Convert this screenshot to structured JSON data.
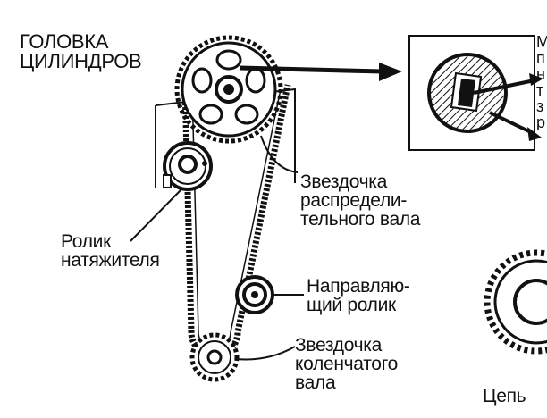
{
  "labels": {
    "cylinder_head": [
      "ГОЛОВКА",
      "ЦИЛИНДРОВ"
    ],
    "camshaft_sprocket": [
      "Звездочка",
      "распредели-",
      "тельного вала"
    ],
    "tensioner_roller": [
      "Ролик",
      "натяжителя"
    ],
    "guide_roller": [
      "Направляю-",
      "щий ролик"
    ],
    "crankshaft_sprocket": [
      "Звездочка",
      "коленчатого",
      "вала"
    ],
    "chain": "Цепь"
  },
  "clipped_edge_letters": [
    "М",
    "п",
    "н",
    "т",
    "з",
    "р"
  ],
  "colors": {
    "ink": "#111111",
    "background": "#ffffff"
  }
}
